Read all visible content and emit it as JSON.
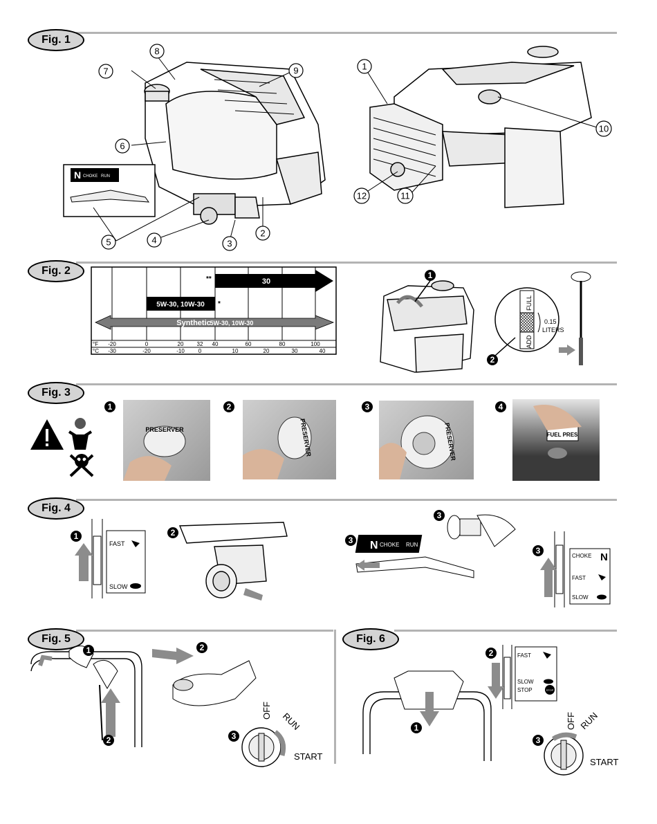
{
  "fig1": {
    "label": "Fig. 1",
    "callouts": [
      "1",
      "2",
      "3",
      "4",
      "5",
      "6",
      "7",
      "8",
      "9",
      "10",
      "11",
      "12"
    ],
    "choke_panel": {
      "n": "N",
      "choke": "CHOKE",
      "run": "RUN"
    }
  },
  "fig2": {
    "label": "Fig. 2",
    "chart": {
      "band_30": "30",
      "band_5w": "5W-30,  10W-30",
      "band_synth_bold": "Synthetic",
      "band_synth_rest": "5W-30,  10W-30",
      "double_star": "**",
      "single_star": "*",
      "f_unit": "°F",
      "c_unit": "°C",
      "f_ticks": [
        "-20",
        "0",
        "20",
        "32",
        "40",
        "60",
        "80",
        "100"
      ],
      "c_ticks": [
        "-30",
        "-20",
        "-10",
        "0",
        "10",
        "20",
        "30",
        "40"
      ]
    },
    "step1": "1",
    "step2": "2",
    "dipstick": {
      "full": "FULL",
      "add": "ADD",
      "amount": "0.15",
      "unit": "LITERS"
    }
  },
  "fig3": {
    "label": "Fig. 3",
    "steps": [
      "1",
      "2",
      "3",
      "4"
    ],
    "preserver_text": "PRESERVER",
    "fuel_pres": "FUEL PRES"
  },
  "fig4": {
    "label": "Fig. 4",
    "step1": "1",
    "step2": "2",
    "step3": "3",
    "fast": "FAST",
    "slow": "SLOW",
    "choke": "CHOKE",
    "run": "RUN",
    "n": "N"
  },
  "fig5": {
    "label": "Fig. 5",
    "step1": "1",
    "step2": "2",
    "step3": "3",
    "off": "OFF",
    "run": "RUN",
    "start": "START"
  },
  "fig6": {
    "label": "Fig. 6",
    "step1": "1",
    "step2": "2",
    "step3": "3",
    "fast": "FAST",
    "slow": "SLOW",
    "stop": "STOP",
    "stop_icon": "STOP",
    "off": "OFF",
    "run": "RUN",
    "start": "START"
  },
  "colors": {
    "rule": "#b3b3b3",
    "label_fill": "#d4d4d4",
    "arrow_gray": "#8c8c8c"
  }
}
